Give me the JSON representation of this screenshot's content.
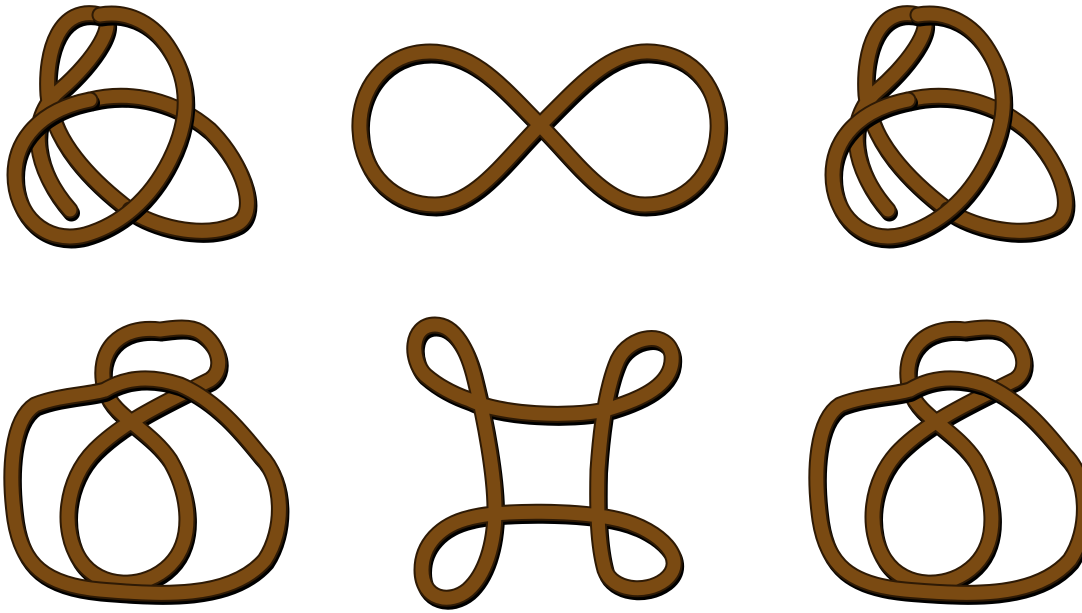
{
  "figure": {
    "background_color": "#ffffff",
    "rope": {
      "fill_color": "#7a4a12",
      "outline_color": "#2e1a05",
      "shadow_color": "#000000"
    },
    "knots": [
      {
        "id": "trefoil-knot-left",
        "kind": "trefoil"
      },
      {
        "id": "unknot-figure-eight-shape",
        "kind": "unknot"
      },
      {
        "id": "trefoil-knot-right",
        "kind": "trefoil"
      },
      {
        "id": "figure-eight-knot-left",
        "kind": "figure-eight"
      },
      {
        "id": "unknot-four-loops",
        "kind": "unknot"
      },
      {
        "id": "figure-eight-knot-right",
        "kind": "figure-eight"
      }
    ]
  }
}
